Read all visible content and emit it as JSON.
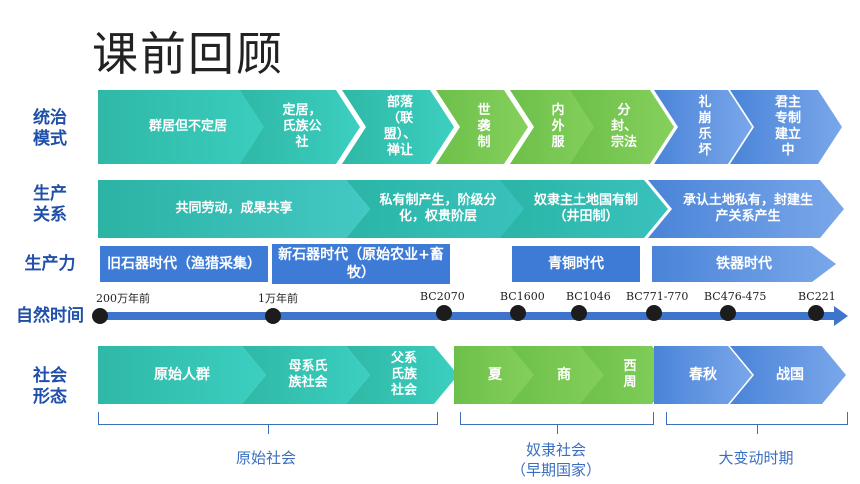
{
  "title": "课前回顾",
  "rows": {
    "mode": [
      "统治",
      "模式"
    ],
    "relations": [
      "生产",
      "关系"
    ],
    "productivity": "生产力",
    "time": "自然时间",
    "society": [
      "社会",
      "形态"
    ]
  },
  "governance": [
    "群居但不定居",
    "定居，氏族公社",
    "部落（联盟）、禅让",
    "世袭制",
    "内外服",
    "分封、宗法",
    "礼崩乐坏",
    "君主专制建立中"
  ],
  "relations": [
    "共同劳动，成果共享",
    "私有制产生，阶级分化，权贵阶层",
    "奴隶主土地国有制（井田制）",
    "承认土地私有，封建生产关系产生"
  ],
  "productivity": [
    "旧石器时代（渔猎采集）",
    "新石器时代（原始农业+畜牧）",
    "青铜时代",
    "铁器时代"
  ],
  "timeline": [
    "200万年前",
    "1万年前",
    "BC2070",
    "BC1600",
    "BC1046",
    "BC771-770",
    "BC476-475",
    "BC221"
  ],
  "society": [
    "原始人群",
    "母系氏族社会",
    "父系氏族社会",
    "夏",
    "商",
    "西周",
    "春秋",
    "战国"
  ],
  "periods": [
    "原始社会",
    "奴隶社会",
    "（早期国家）",
    "大变动时期"
  ]
}
